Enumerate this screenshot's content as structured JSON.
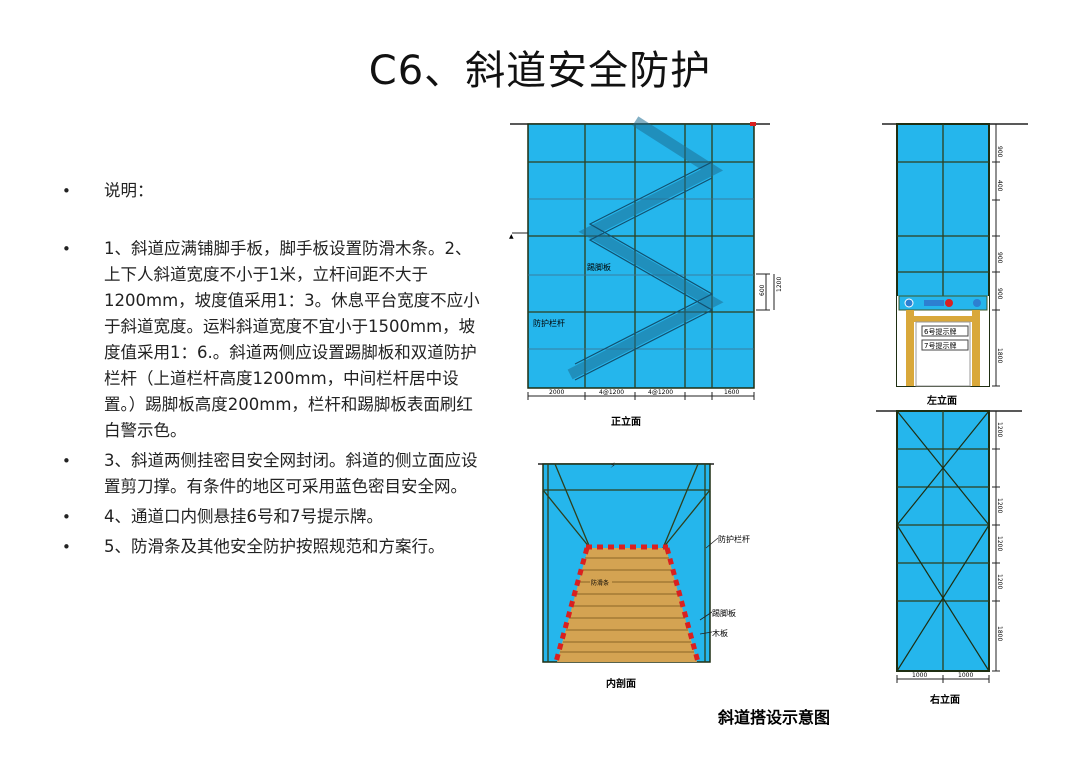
{
  "title": "C6、斜道安全防护",
  "bullets": [
    "说明：",
    "1、斜道应满铺脚手板，脚手板设置防滑木条。2、上下人斜道宽度不小于1米，立杆间距不大于1200mm，坡度值采用1：3。休息平台宽度不应小于斜道宽度。运料斜道宽度不宜小于1500mm，坡度值采用1：6.。斜道两侧应设置踢脚板和双道防护栏杆（上道栏杆高度1200mm，中间栏杆居中设置。）踢脚板高度200mm，栏杆和踢脚板表面刷红白警示色。",
    "3、斜道两侧挂密目安全网封闭。斜道的侧立面应设置剪刀撑。有条件的地区可采用蓝色密目安全网。",
    "4、通道口内侧悬挂6号和7号提示牌。",
    "5、防滑条及其他安全防护按照规范和方案行。"
  ],
  "diagram": {
    "main_caption": "斜道搭设示意图",
    "front": {
      "caption": "正立面",
      "dims": [
        "2000",
        "4@1200",
        "4@1200",
        "1600"
      ],
      "labels": [
        "踢脚板",
        "防护栏杆"
      ]
    },
    "left": {
      "caption": "左立面",
      "dims": [
        "900",
        "400",
        "900",
        "900",
        "1800"
      ],
      "signs": [
        "6号提示牌",
        "7号提示牌"
      ]
    },
    "inner": {
      "caption": "内剖面",
      "labels": [
        "防护栏杆",
        "防滑条",
        "踢脚板",
        "木板"
      ]
    },
    "right": {
      "caption": "右立面",
      "dims": [
        "1200",
        "1200",
        "1200",
        "1200",
        "1800"
      ],
      "bottom_dims": [
        "1000",
        "1000"
      ]
    }
  },
  "colors": {
    "net_blue": "#25b6ec",
    "pole": "#3a5a2a",
    "warning_red": "#d92020",
    "plank": "#d4a352"
  }
}
